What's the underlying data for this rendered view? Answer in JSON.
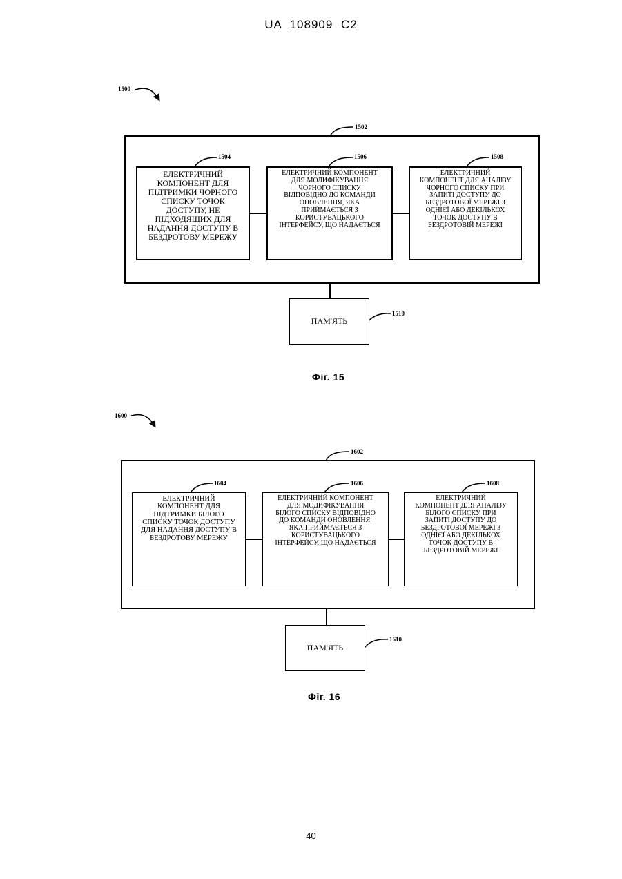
{
  "header": "UA   108909   C2",
  "page_number": "40",
  "fig15": {
    "ref_main": "1500",
    "ref_outer": "1502",
    "components": [
      {
        "ref": "1504",
        "text": "ЕЛЕКТРИЧНИЙ\nКОМПОНЕНТ ДЛЯ\nПІДТРИМКИ ЧОРНОГО\nСПИСКУ ТОЧОК\nДОСТУПУ, НЕ\nПІДХОДЯЩИХ ДЛЯ\nНАДАННЯ ДОСТУПУ В\nБЕЗДРОТОВУ МЕРЕЖУ"
      },
      {
        "ref": "1506",
        "text": "ЕЛЕКТРИЧНИЙ КОМПОНЕНТ\nДЛЯ МОДИФІКУВАННЯ\nЧОРНОГО СПИСКУ\nВІДПОВІДНО ДО КОМАНДИ\nОНОВЛЕННЯ, ЯКА\nПРИЙМАЄТЬСЯ З\nКОРИСТУВАЦЬКОГО\nІНТЕРФЕЙСУ, ЩО НАДАЄТЬСЯ"
      },
      {
        "ref": "1508",
        "text": "ЕЛЕКТРИЧНИЙ\nКОМПОНЕНТ ДЛЯ АНАЛІЗУ\nЧОРНОГО СПИСКУ ПРИ\nЗАПИТІ ДОСТУПУ ДО\nБЕЗДРОТОВОЇ МЕРЕЖІ З\nОДНІЄЇ АБО ДЕКІЛЬКОХ\nТОЧОК ДОСТУПУ В\nБЕЗДРОТОВІЙ МЕРЕЖІ"
      }
    ],
    "memory": {
      "ref": "1510",
      "label": "ПАМ'ЯТЬ"
    },
    "caption": "Фіг. 15"
  },
  "fig16": {
    "ref_main": "1600",
    "ref_outer": "1602",
    "components": [
      {
        "ref": "1604",
        "text": "ЕЛЕКТРИЧНИЙ\nКОМПОНЕНТ ДЛЯ\nПІДТРИМКИ БІЛОГО\nСПИСКУ ТОЧОК ДОСТУПУ\nДЛЯ НАДАННЯ ДОСТУПУ В\nБЕЗДРОТОВУ МЕРЕЖУ"
      },
      {
        "ref": "1606",
        "text": "ЕЛЕКТРИЧНИЙ КОМПОНЕНТ\nДЛЯ МОДИФІКУВАННЯ\nБІЛОГО СПИСКУ ВІДПОВІДНО\nДО КОМАНДИ ОНОВЛЕННЯ,\nЯКА ПРИЙМАЄТЬСЯ З\nКОРИСТУВАЦЬКОГО\nІНТЕРФЕЙСУ, ЩО НАДАЄТЬСЯ"
      },
      {
        "ref": "1608",
        "text": "ЕЛЕКТРИЧНИЙ\nКОМПОНЕНТ ДЛЯ АНАЛІЗУ\nБІЛОГО СПИСКУ ПРИ\nЗАПИТІ ДОСТУПУ ДО\nБЕЗДРОТОВОЇ МЕРЕЖІ З\nОДНІЄЇ АБО ДЕКІЛЬКОХ\nТОЧОК ДОСТУПУ В\nБЕЗДРОТОВІЙ МЕРЕЖІ"
      }
    ],
    "memory": {
      "ref": "1610",
      "label": "ПАМ'ЯТЬ"
    },
    "caption": "Фіг. 16"
  }
}
